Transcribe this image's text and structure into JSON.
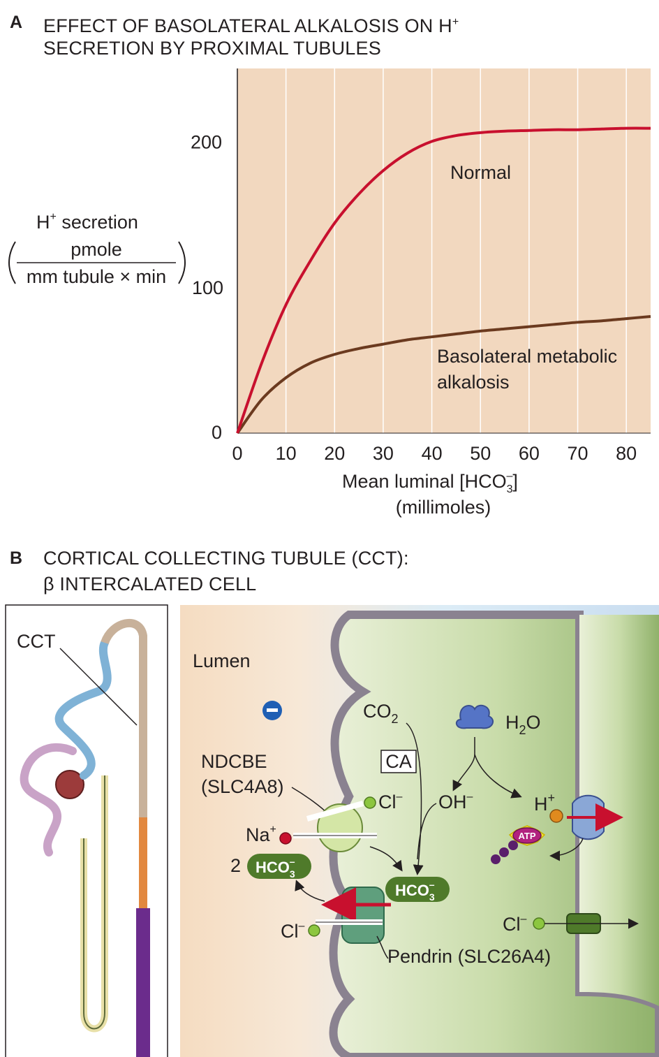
{
  "panel_a": {
    "letter": "A",
    "title_line1": "EFFECT OF BASOLATERAL ALKALOSIS ON H",
    "title_sup": "+",
    "title_line2": "SECRETION BY PROXIMAL TUBULES",
    "y_title": "H",
    "y_title_sup": "+",
    "y_title_rest": " secretion",
    "y_unit_num": "pmole",
    "y_unit_den": "mm tubule × min",
    "y_ticks": [
      "0",
      "100",
      "200"
    ],
    "x_ticks": [
      "0",
      "10",
      "20",
      "30",
      "40",
      "50",
      "60",
      "70",
      "80"
    ],
    "x_label_pre": "Mean luminal [HCO",
    "x_label_sub": "3",
    "x_label_sup": "–",
    "x_label_post": "]",
    "x_label_line2": "(millimoles)",
    "series_normal_label": "Normal",
    "series_alk_label_line1": "Basolateral metabolic",
    "series_alk_label_line2": "alkalosis",
    "plot_bg": "#f2d8bf",
    "normal_color": "#c8102e",
    "alk_color": "#6b3a1f"
  },
  "chart_data": {
    "type": "line",
    "x": [
      0,
      5,
      10,
      15,
      20,
      25,
      30,
      35,
      40,
      45,
      50,
      55,
      60,
      65,
      70,
      75,
      80,
      85
    ],
    "series": [
      {
        "name": "Normal",
        "values": [
          0,
          48,
          88,
          118,
          144,
          164,
          180,
          192,
          200,
          204,
          206,
          207,
          207.5,
          208,
          208,
          208.5,
          209,
          209
        ]
      },
      {
        "name": "Basolateral metabolic alkalosis",
        "values": [
          0,
          23,
          38,
          48,
          54,
          58,
          61,
          64,
          66,
          68,
          70,
          71.5,
          73,
          74.5,
          76,
          77,
          78.5,
          80
        ]
      }
    ],
    "xlabel": "Mean luminal [HCO3–] (millimoles)",
    "ylabel": "H+ secretion (pmole / mm tubule × min)",
    "xlim": [
      0,
      85
    ],
    "ylim": [
      0,
      250
    ],
    "grid": true
  },
  "panel_b": {
    "letter": "B",
    "title_line1": "CORTICAL COLLECTING TUBULE (CCT):",
    "title_line2": "β INTERCALATED CELL",
    "cct_label": "CCT",
    "lumen_label": "Lumen",
    "co2": "CO",
    "co2_sub": "2",
    "h2o_pre": "H",
    "h2o_sub": "2",
    "h2o_post": "O",
    "ca": "CA",
    "oh": "OH",
    "oh_sup": "–",
    "h_plus": "H",
    "h_plus_sup": "+",
    "atp": "ATP",
    "ndcbe_line1": "NDCBE",
    "ndcbe_line2": "(SLC4A8)",
    "cl": "Cl",
    "cl_sup": "–",
    "na": "Na",
    "na_sup": "+",
    "two": "2",
    "hco3": "HCO",
    "hco3_sub": "3",
    "hco3_sup": "–",
    "pendrin": "Pendrin (SLC26A4)"
  }
}
